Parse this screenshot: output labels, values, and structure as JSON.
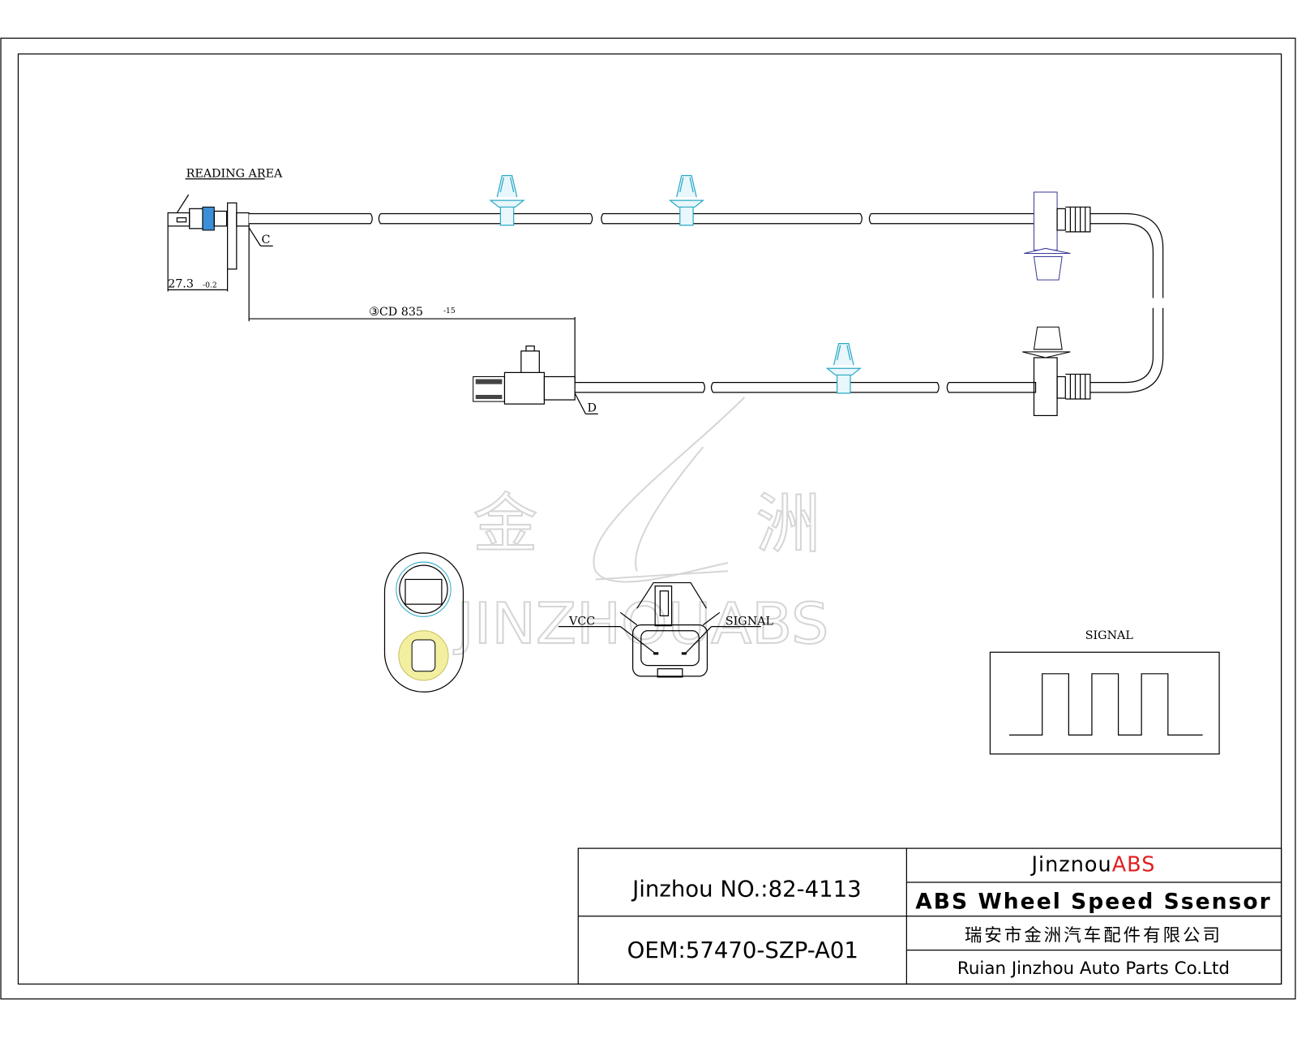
{
  "drawing": {
    "labels": {
      "reading_area": "READING AREA",
      "dim_length": "27.3",
      "dim_length_tol": "-0.2",
      "point_c": "C",
      "dim_cable": "③CD 835",
      "dim_cable_tol": "-15",
      "point_d": "D",
      "vcc": "VCC",
      "signal_pin": "SIGNAL",
      "signal_graph": "SIGNAL"
    },
    "watermark": {
      "chinese": "金 洲",
      "latin": "JINZHOUABS"
    },
    "colors": {
      "clip": "#2aa8c8",
      "grommet": "#3a3a9a",
      "thread": "#3b8fd6",
      "ring": "#e6e07a"
    }
  },
  "title_block": {
    "part_no": "Jinzhou NO.:82-4113",
    "oem": "OEM:57470-SZP-A01",
    "brand_black": "Jinznou",
    "brand_red": "ABS",
    "brand_red_color": "#e02020",
    "product": "ABS Wheel Speed Ssensor",
    "company_cn": "瑞安市金洲汽车配件有限公司",
    "company_en": "Ruian Jinzhou Auto Parts Co.Ltd"
  }
}
